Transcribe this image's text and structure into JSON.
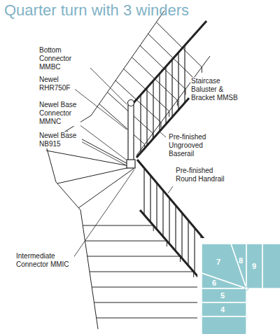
{
  "diagram": {
    "title": "Quarter turn with 3 winders",
    "labels": [
      "Bottom Connector MMBC",
      "Newel RHR750F",
      "Newel Base Connector MMNC",
      "Newel Base NB915",
      "Staircase Baluster & Bracket MMSB",
      "Pre-finished Ungrooved Baserail",
      "Pre-finished Round Handrail",
      "Intermediate Connector MMIC",
      "7",
      "8",
      "9",
      "6",
      "5",
      "4"
    ]
  }
}
